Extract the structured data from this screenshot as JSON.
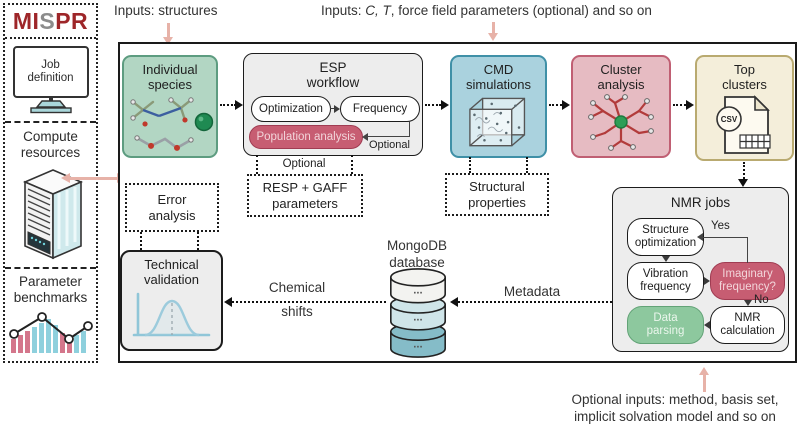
{
  "annotations": {
    "inputs_structures": "Inputs: structures",
    "inputs2_pre": "Inputs: ",
    "inputs2_italic": "C, T",
    "inputs2_post": ", force field parameters (optional) and so on",
    "optional_inputs_line1": "Optional inputs: method, basis set,",
    "optional_inputs_line2": "implicit solvation model and so on"
  },
  "sidebar": {
    "logo_mi": "MI",
    "logo_s": "S",
    "logo_pr": "PR",
    "job_definition": "Job definition",
    "compute_resources": "Compute resources",
    "parameter_benchmarks": "Parameter benchmarks"
  },
  "flow": {
    "individual_species": "Individual species",
    "esp_title": "ESP workflow",
    "optimization": "Optimization",
    "frequency": "Frequency",
    "population_analysis": "Population analysis",
    "esp_inner_optional": "Optional",
    "esp_bracket_optional": "Optional",
    "resp_gaff": "RESP + GAFF parameters",
    "cmd_title": "CMD simulations",
    "structural_properties": "Structural properties",
    "cluster_title": "Cluster analysis",
    "top_clusters_title": "Top clusters",
    "csv": "CSV",
    "error_analysis": "Error analysis",
    "technical_validation": "Technical validation",
    "mongodb": "MongoDB database",
    "db_dots": "...",
    "metadata": "Metadata",
    "chemical_shifts": "Chemical shifts",
    "nmr_title": "NMR jobs",
    "structure_optimization": "Structure optimization",
    "vibration_frequency": "Vibration frequency",
    "imaginary_frequency": "Imaginary frequency?",
    "nmr_calculation": "NMR calculation",
    "data_parsing": "Data parsing",
    "yes": "Yes",
    "no": "No"
  },
  "colors": {
    "logo_red": "#9e2629",
    "green_box": "#b2d6c3",
    "blue_box": "#aad2de",
    "pink_box": "#e6bbc2",
    "cream_box": "#f4eeda",
    "pink_pill": "#c75d72",
    "green_pill": "#8dc89e",
    "annotation_arrow": "#e7b2a8"
  }
}
